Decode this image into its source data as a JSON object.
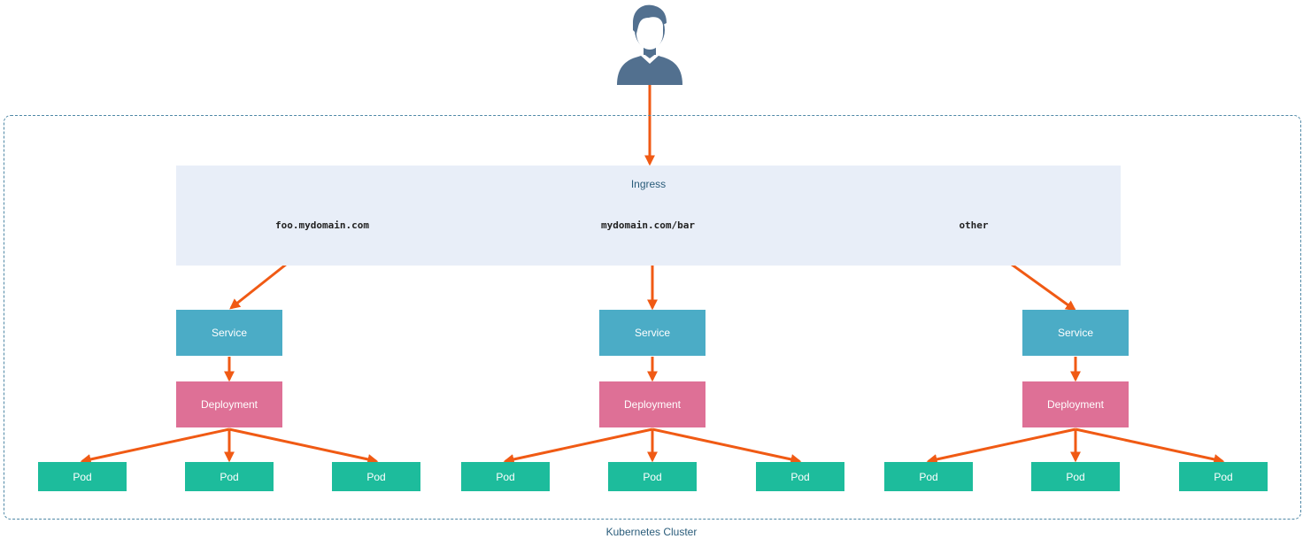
{
  "user": {
    "icon": "user-icon"
  },
  "cluster": {
    "label": "Kubernetes Cluster"
  },
  "ingress": {
    "title": "Ingress",
    "rules": [
      "foo.mydomain.com",
      "mydomain.com/bar",
      "other"
    ]
  },
  "services": [
    "Service",
    "Service",
    "Service"
  ],
  "deployments": [
    "Deployment",
    "Deployment",
    "Deployment"
  ],
  "pods": [
    [
      "Pod",
      "Pod",
      "Pod"
    ],
    [
      "Pod",
      "Pod",
      "Pod"
    ],
    [
      "Pod",
      "Pod",
      "Pod"
    ]
  ],
  "colors": {
    "arrow": "#f05a14",
    "user": "#52708f",
    "service": "#4bacc6",
    "deployment": "#de7096",
    "pod": "#1dbc9c",
    "ingress": "#e8eef8"
  }
}
